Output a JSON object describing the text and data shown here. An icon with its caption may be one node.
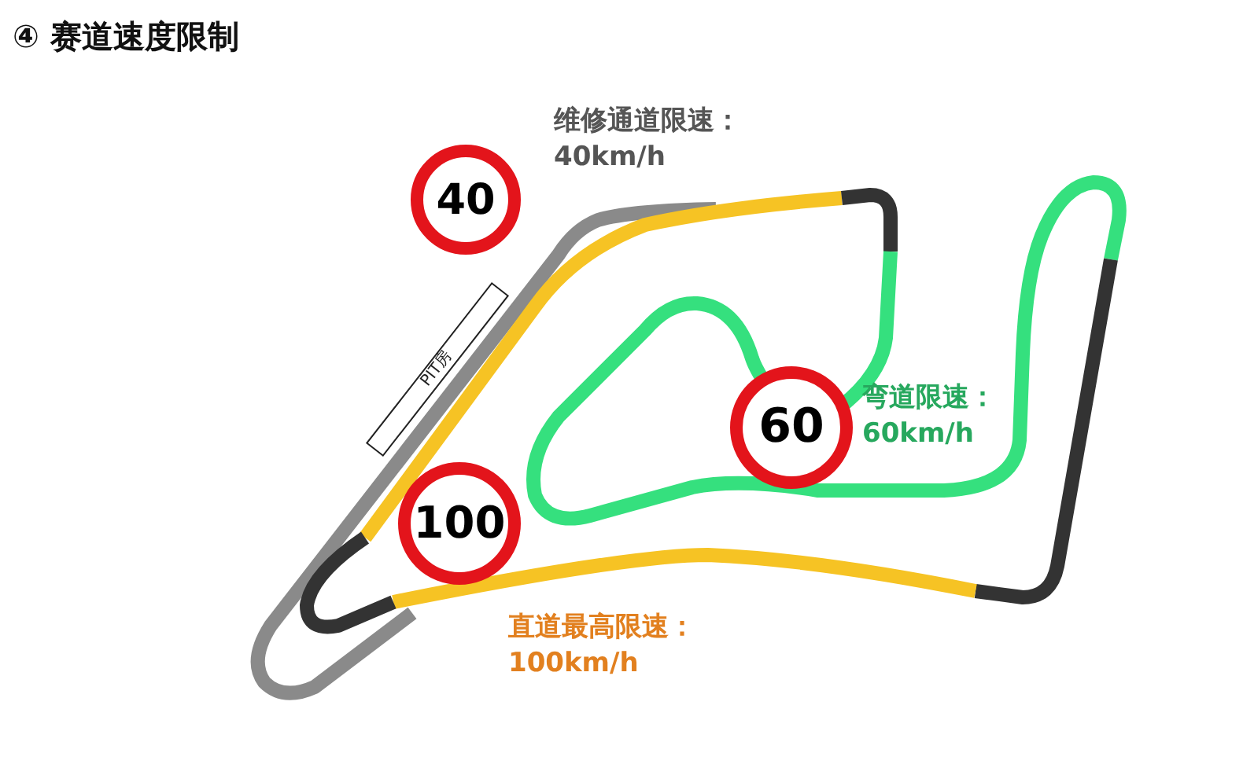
{
  "diagram": {
    "title": "④ 赛道速度限制",
    "nodes": [
      {
        "text": [
          "40"
        ],
        "beside": [
          "维修通道限速：40km/h"
        ]
      },
      {
        "text": [
          "PIT房"
        ]
      },
      {
        "text": [
          "60"
        ],
        "beside": [
          "弯道限速：60km/h"
        ]
      },
      {
        "text": [
          "100"
        ],
        "beside": [
          "直道最高限速：100km/h"
        ]
      }
    ]
  }
}
